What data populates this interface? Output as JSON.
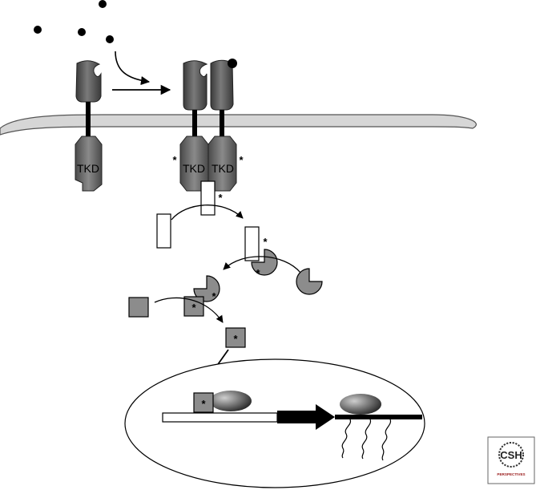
{
  "labels": {
    "tkd_left": "TKD",
    "tkd_dimer_left": "TKD",
    "tkd_dimer_right": "TKD",
    "phospho_mark": "*"
  },
  "logo": {
    "top": "CSH",
    "bottom": "PERSPECTIVES"
  },
  "colors": {
    "receptor_fill": "#555555",
    "membrane_fill": "#d6d6d6",
    "kinase_fill": "#8c8c8c",
    "ligand": "#000000"
  }
}
